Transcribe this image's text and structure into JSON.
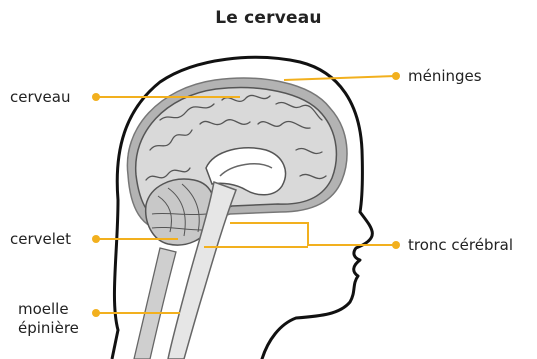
{
  "title": "Le cerveau",
  "accent_color": "#f2b01e",
  "labels": {
    "cerveau": "cerveau",
    "meninges": "méninges",
    "cervelet": "cervelet",
    "tronc": "tronc cérébral",
    "moelle_line1": "moelle",
    "moelle_line2": "épinière"
  }
}
